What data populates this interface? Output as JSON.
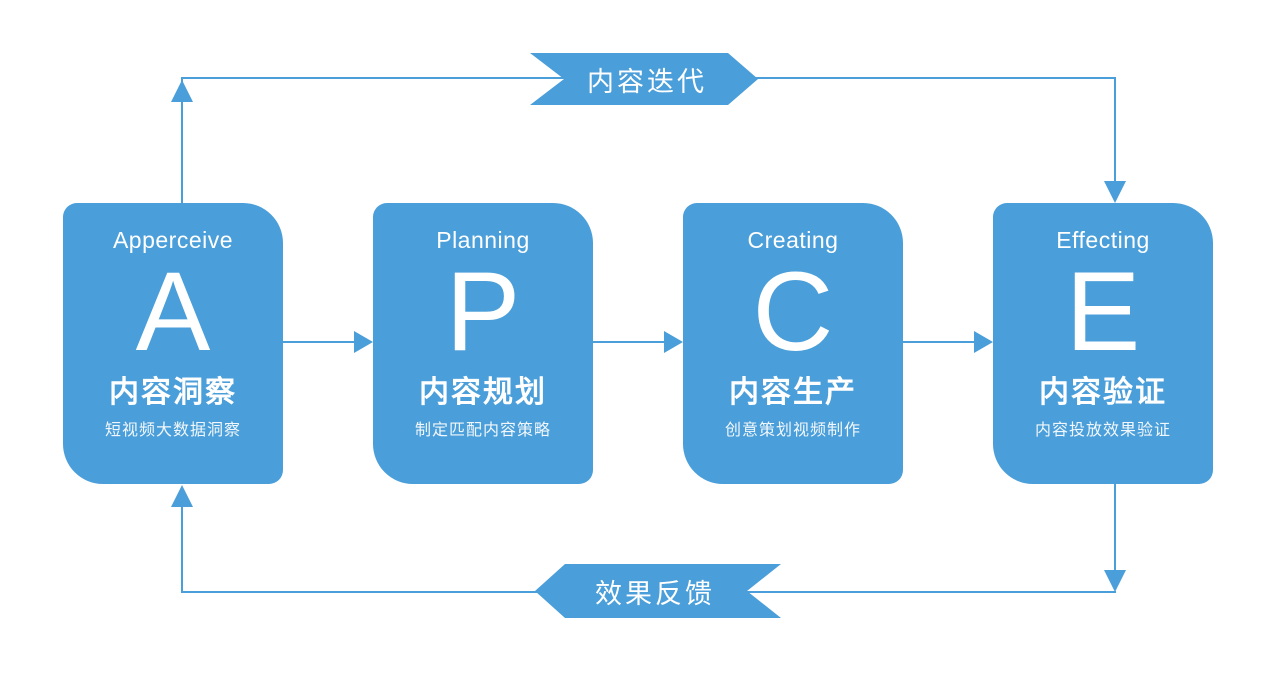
{
  "diagram": {
    "background_color": "#ffffff",
    "accent_color": "#4A9ED9",
    "text_color": "#ffffff",
    "stages": [
      {
        "en": "Apperceive",
        "letter": "A",
        "title": "内容洞察",
        "subtitle": "短视频大数据洞察"
      },
      {
        "en": "Planning",
        "letter": "P",
        "title": "内容规划",
        "subtitle": "制定匹配内容策略"
      },
      {
        "en": "Creating",
        "letter": "C",
        "title": "内容生产",
        "subtitle": "创意策划视频制作"
      },
      {
        "en": "Effecting",
        "letter": "E",
        "title": "内容验证",
        "subtitle": "内容投放效果验证"
      }
    ],
    "top_loop": {
      "label": "内容迭代",
      "direction": "right"
    },
    "bottom_loop": {
      "label": "效果反馈",
      "direction": "left"
    }
  }
}
